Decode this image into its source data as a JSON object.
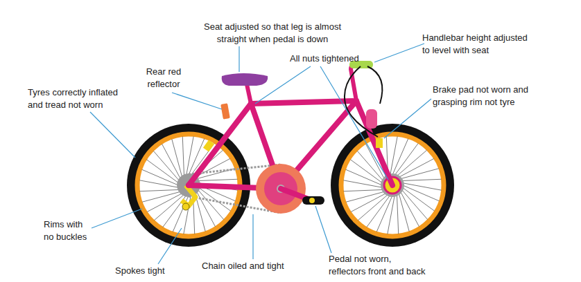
{
  "diagram": {
    "labels": [
      "Seat adjusted so that leg is almost straight when pedal is down",
      "Handlebar height adjusted to level with seat",
      "Rear red reflector",
      "All nuts tightened",
      "Tyres correctly inflated and tread not worn",
      "Brake pad not worn and grasping rim not tyre",
      "Rims with no buckles",
      "Spokes tight",
      "Chain oiled and tight",
      "Pedal not worn, reflectors front and back"
    ]
  }
}
